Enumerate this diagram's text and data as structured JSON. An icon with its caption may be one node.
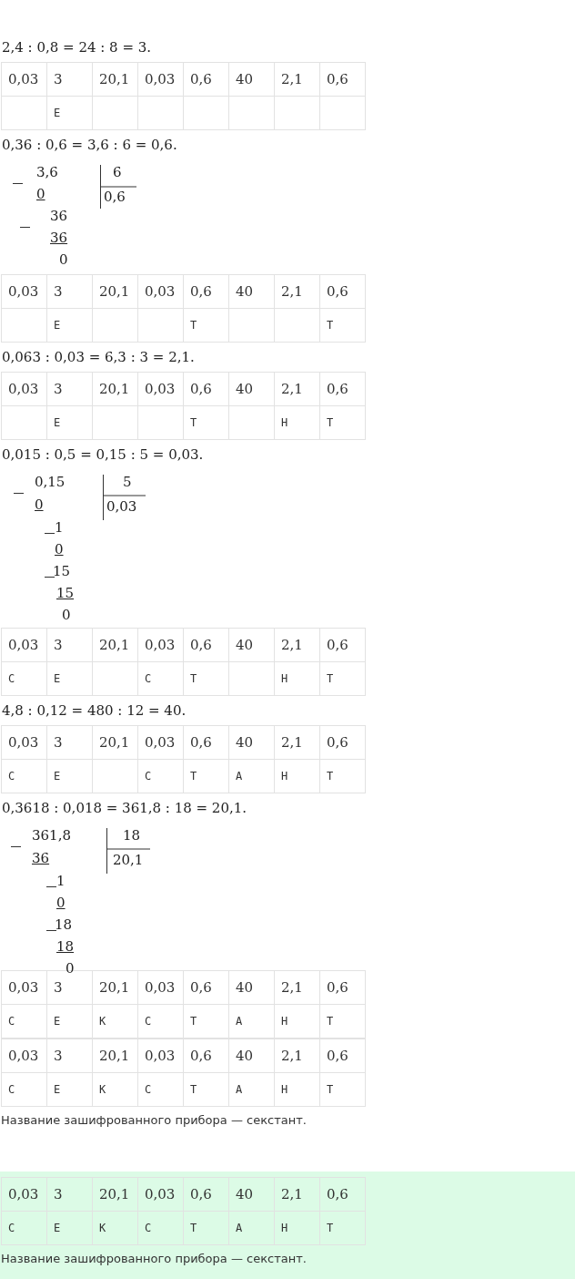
{
  "diagram": {
    "labels": [
      "2,4 : 0,8 = 24 : 8 = 3.",
      "0,03",
      "3",
      "20,1",
      "0,03",
      "0,6",
      "40",
      "2,1",
      "0,6",
      "Е",
      "0,36 : 0,6 = 3,6 : 6 = 0,6.",
      "3,6",
      "6",
      "0",
      "0,6",
      "36",
      "36",
      "0",
      "0,03",
      "3",
      "20,1",
      "0,03",
      "0,6",
      "40",
      "2,1",
      "0,6",
      "Е",
      "Т",
      "Т",
      "0,063 : 0,03 = 6,3 : 3 = 2,1.",
      "0,03",
      "3",
      "20,1",
      "0,03",
      "0,6",
      "40",
      "2,1",
      "0,6",
      "Е",
      "Т",
      "Н",
      "Т",
      "0,015 : 0,5 = 0,15 : 5 = 0,03.",
      "0,15",
      "5",
      "0",
      "0,03",
      "1",
      "0",
      "15",
      "15",
      "0",
      "0,03",
      "3",
      "20,1",
      "0,03",
      "0,6",
      "40",
      "2,1",
      "0,6",
      "С",
      "Е",
      "С",
      "Т",
      "Н",
      "Т",
      "4,8 : 0,12 = 480 : 12 = 40.",
      "0,03",
      "3",
      "20,1",
      "0,03",
      "0,6",
      "40",
      "2,1",
      "0,6",
      "С",
      "Е",
      "С",
      "Т",
      "А",
      "Н",
      "Т",
      "0,3618 : 0,018 = 361,8 : 18 = 20,1.",
      "361,8",
      "18",
      "36",
      "20,1",
      "1",
      "0",
      "18",
      "18",
      "0",
      "0,03",
      "3",
      "20,1",
      "0,03",
      "0,6",
      "40",
      "2,1",
      "0,6",
      "С",
      "Е",
      "К",
      "С",
      "Т",
      "А",
      "Н",
      "Т",
      "0,03",
      "3",
      "20,1",
      "0,03",
      "0,6",
      "40",
      "2,1",
      "0,6",
      "С",
      "Е",
      "К",
      "С",
      "Т",
      "А",
      "Н",
      "Т",
      "Название зашифрованного прибора — секстант.",
      "0,03",
      "3",
      "20,1",
      "0,03",
      "0,6",
      "40",
      "2,1",
      "0,6",
      "С",
      "Е",
      "К",
      "С",
      "Т",
      "А",
      "Н",
      "Т",
      "Название зашифрованного прибора — секстант."
    ]
  }
}
